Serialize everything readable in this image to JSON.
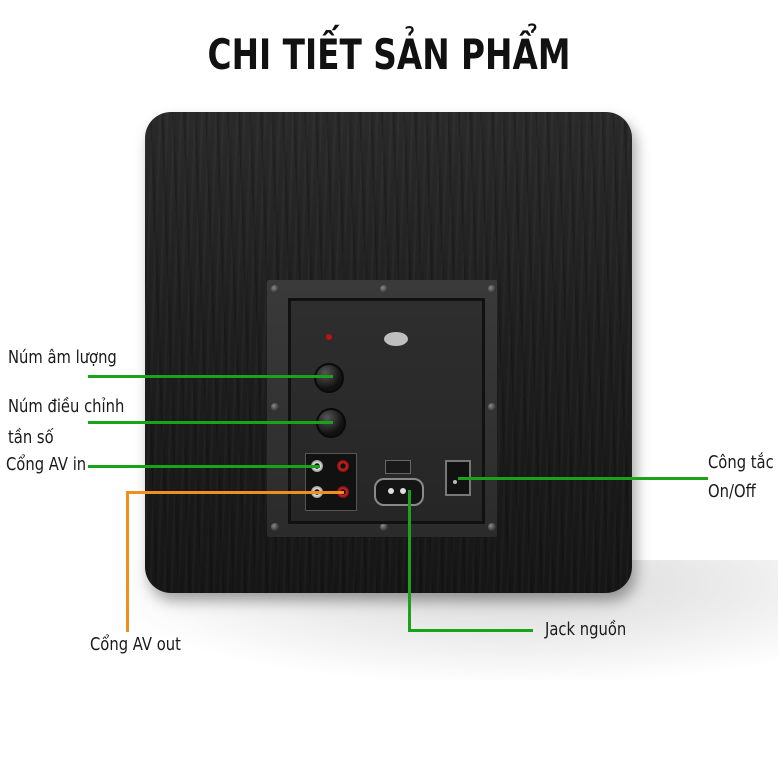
{
  "title": "CHI TIẾT SẢN PHẨM",
  "labels": {
    "volume_knob": "Núm âm lượng",
    "freq_knob_line1": "Núm điều chỉnh",
    "freq_knob_line2": "tần số",
    "av_in": "Cổng AV in",
    "av_out": "Cổng AV out",
    "power_switch_line1": "Công tắc",
    "power_switch_line2": "On/Off",
    "power_jack": "Jack nguồn"
  },
  "colors": {
    "callout_green": "#1aa31a",
    "callout_orange": "#f0901c",
    "cabinet": "#1e1e1e"
  }
}
